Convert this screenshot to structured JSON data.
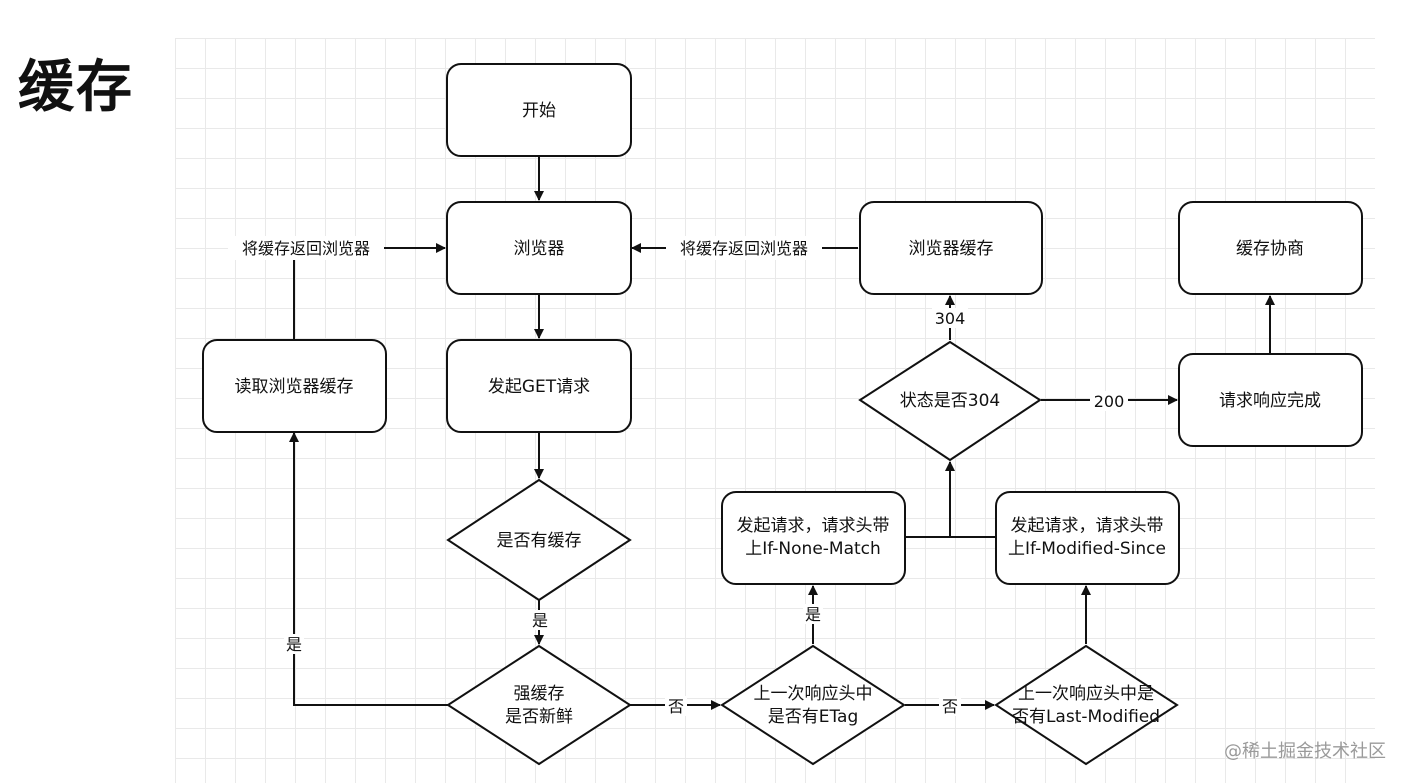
{
  "title": "缓存",
  "watermark": "@稀土掘金技术社区",
  "nodes": {
    "start": "开始",
    "browser": "浏览器",
    "get_request": "发起GET请求",
    "has_cache": "是否有缓存",
    "strong_fresh": [
      "强缓存",
      "是否新鲜"
    ],
    "read_cache": "读取浏览器缓存",
    "etag_check": [
      "上一次响应头中",
      "是否有ETag"
    ],
    "lastmod_check": [
      "上一次响应头中是",
      "否有Last-Modified"
    ],
    "req_inm": [
      "发起请求，请求头带",
      "上If-None-Match"
    ],
    "req_ims": [
      "发起请求，请求头带",
      "上If-Modified-Since"
    ],
    "status304": "状态是否304",
    "browser_cache": "浏览器缓存",
    "req_done": "请求响应完成",
    "negotiation": "缓存协商"
  },
  "edge_labels": {
    "return_left": "将缓存返回浏览器",
    "return_right": "将缓存返回浏览器",
    "yes_has_cache": "是",
    "yes_fresh": "是",
    "no_fresh": "否",
    "no_etag": "否",
    "yes_etag": "是",
    "s304": "304",
    "s200": "200"
  }
}
